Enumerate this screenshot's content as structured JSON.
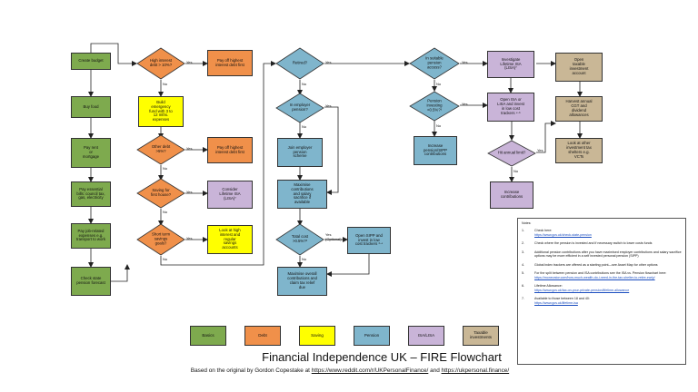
{
  "boxes": {
    "create_budget": "Create budget",
    "buy_food": "Buy food",
    "pay_rent": "Pay rent\nor\nmortgage",
    "pay_bills": "Pay essential\nbills: council tax,\ngas, electricity",
    "pay_job": "Pay job-related\nexpenses e.g.\ntransport to work",
    "check_state": "Check state\npension forecast",
    "pay_off_highest_1": "Pay off highest\ninterest debt first",
    "build_emergency": "Build\nemergency\nfund with 3 to\n12 mths.\nexpenses",
    "pay_off_highest_2": "Pay off highest\ninterest debt first",
    "consider_lifetime": "Consider\nLifetime ISA\n(LISA)⁷",
    "look_high_interest": "Look at high\ninterest and\nregular\nsavings\naccounts",
    "join_employer": "Join employer\npension\nscheme",
    "maximise_contrib": "Maximise\ncontributions\nand salary\nsacrifice if\navailable",
    "open_sipp": "Open SIPP and\ninvest in low\ncost trackers ³·⁴",
    "maximise_overall": "Maximise overall\ncontributions and\nclaim tax relief\ndue",
    "increase_pension": "Increase\npension/SIPP\ncontributions",
    "investigate_lisa": "Investigate\nLifetime ISA\n(LISA)⁷",
    "open_isa": "Open ISA or\nLISA and invest\nin low cost\ntrackers ⁴·⁵",
    "increase_contrib": "Increase\ncontributions",
    "open_taxable": "Open\ntaxable\ninvestment\naccount",
    "harvest_cgt": "Harvest annual\nCGT and\ndividend\nallowances",
    "look_other": "Look at other\ninvestment tax\nshelters e.g.\nVCTs"
  },
  "diamonds": {
    "high_interest": "High interest\ndebt > 10%?",
    "other_debt": "Other debt\n>5%?",
    "saving_first_house": "Saving for\nfirst house?",
    "short_term": "Short term\nsavings\ngoals?",
    "retired": "Retired?",
    "in_employer": "In employer\npension?",
    "total_cost": "Total cost\n>0.5%?³",
    "in_suitable": "In suitable\npension\naccess?",
    "pension_investing": "Pension\ninvesting\n<0.5%?³",
    "hit_annual": "Hit annual limit?"
  },
  "labels": {
    "yes": "Yes",
    "no": "No",
    "yes_optional": "Yes\n(Optional)"
  },
  "notes": {
    "header": "Notes:",
    "items": [
      {
        "num": "1.",
        "text": "Check here:",
        "link": "https://www.gov.uk/check-state-pension"
      },
      {
        "num": "2.",
        "text": "Check where the pension is invested and if necessary switch to lower costs funds",
        "link": ""
      },
      {
        "num": "3.",
        "text": "Additional pension contributions after you have maximised employer contributions and salary sacrifice options may be more efficient in a self invested personal pension (SIPP)",
        "link": ""
      },
      {
        "num": "4.",
        "text": "Global index trackers are offered as a starting point—see Asset Map for other options",
        "link": ""
      },
      {
        "num": "5.",
        "text": "For the split between pension and ISA contributions see the ISA vs. Pension flowchart here:",
        "link": "https://monevator.com/how-much-wealth-do-i-need-in-the-tax-shelter-to-retire-early/"
      },
      {
        "num": "6.",
        "text": "Lifetime Allowance:",
        "link": "https://www.gov.uk/tax-on-your-private-pension/lifetime-allowance"
      },
      {
        "num": "7.",
        "text": "Available to those between 18 and 40:",
        "link": "https://www.gov.uk/lifetime-isa"
      }
    ]
  },
  "legend": [
    {
      "label": "Basics",
      "color": "#7eaa4e"
    },
    {
      "label": "Debt",
      "color": "#f0904a"
    },
    {
      "label": "Saving",
      "color": "#ffff00"
    },
    {
      "label": "Pension",
      "color": "#7fb5cc"
    },
    {
      "label": "ISA/LISA",
      "color": "#c9b4d8"
    },
    {
      "label": "Taxable\ninvestments",
      "color": "#c9b796"
    }
  ],
  "title": "Financial Independence UK – FIRE Flowchart",
  "subtitle": {
    "prefix": "Based on the original by Gordon Copestake at ",
    "link1": "https://www.reddit.com/r/UKPersonalFinance/",
    "mid": " and ",
    "link2": "https://ukpersonal.finance/"
  }
}
